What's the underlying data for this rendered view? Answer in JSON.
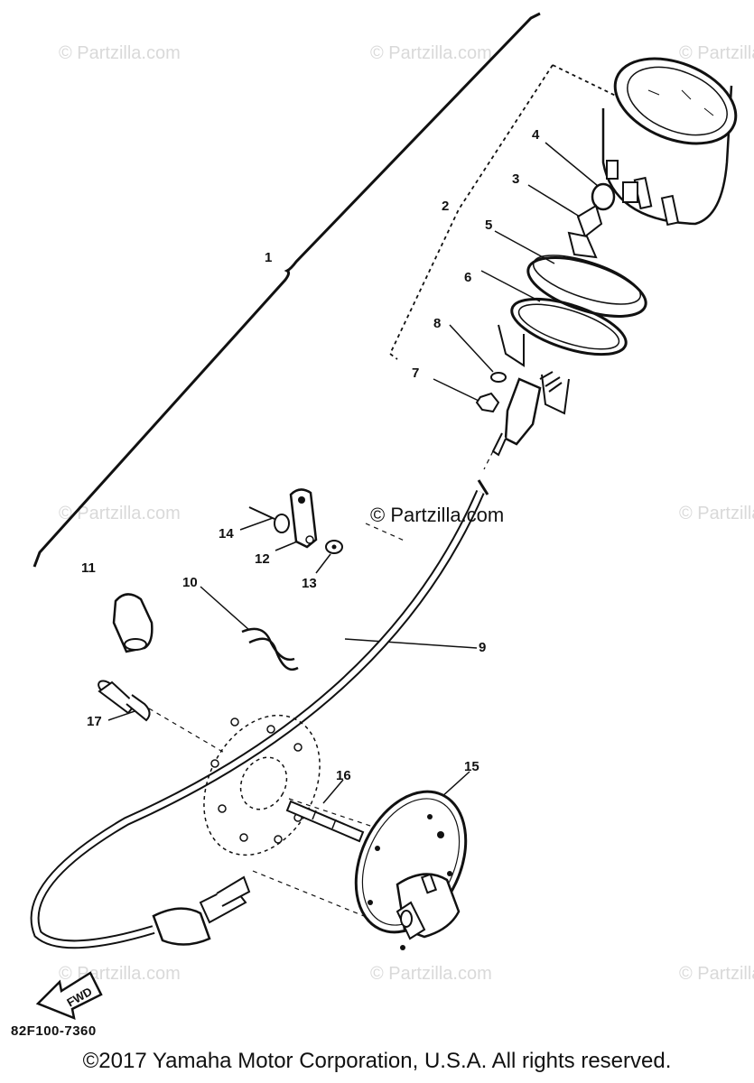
{
  "watermark": "© Partzilla.com",
  "center_watermark": "© Partzilla.com",
  "callouts": {
    "c1": "1",
    "c2": "2",
    "c3": "3",
    "c4": "4",
    "c5": "5",
    "c6": "6",
    "c7": "7",
    "c8": "8",
    "c9": "9",
    "c10": "10",
    "c11": "11",
    "c12": "12",
    "c13": "13",
    "c14": "14",
    "c15": "15",
    "c16": "16",
    "c17": "17"
  },
  "fwd_label": "FWD",
  "part_code": "82F100-7360",
  "copyright": "©2017 Yamaha Motor Corporation, U.S.A. All rights reserved."
}
